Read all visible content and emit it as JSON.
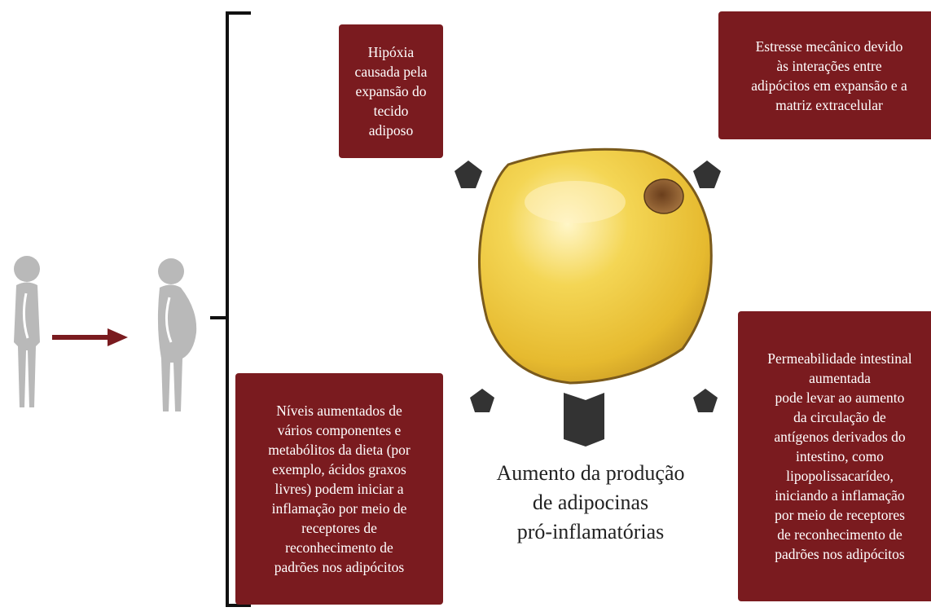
{
  "boxes": {
    "hypoxia": "Hipóxia\ncausada pela\nexpansão do\ntecido\nadiposo",
    "mechanical": "Estresse mecânico devido\nàs interações entre\nadipócitos em expansão e a\nmatriz extracelular",
    "diet": "Níveis aumentados de\nvários componentes e\nmetabólitos da dieta (por\nexemplo, ácidos graxos\nlivres) podem iniciar a\ninflamação por meio de\nreceptores de\nreconhecimento de\npadrões nos adipócitos",
    "intestinal": "Permeabilidade intestinal\naumentada\npode levar ao aumento\nda circulação de\nantígenos derivados do\nintestino, como\nlipopolissacarídeo,\niniciando a inflamação\npor meio de receptores\nde reconhecimento de\npadrões nos adipócitos"
  },
  "center_caption": "Aumento da produção\nde adipocinas\npró-inflamatórias",
  "colors": {
    "box_bg": "#7a1b1f",
    "box_text": "#ffffff",
    "arrow": "#7a1b1f",
    "figure": "#b9b9b9",
    "bracket": "#111111",
    "pentagon": "#333333",
    "cell_fill": "#f2cd45",
    "cell_outline": "#7a5a1c",
    "nucleus": "#8a5a2c"
  }
}
